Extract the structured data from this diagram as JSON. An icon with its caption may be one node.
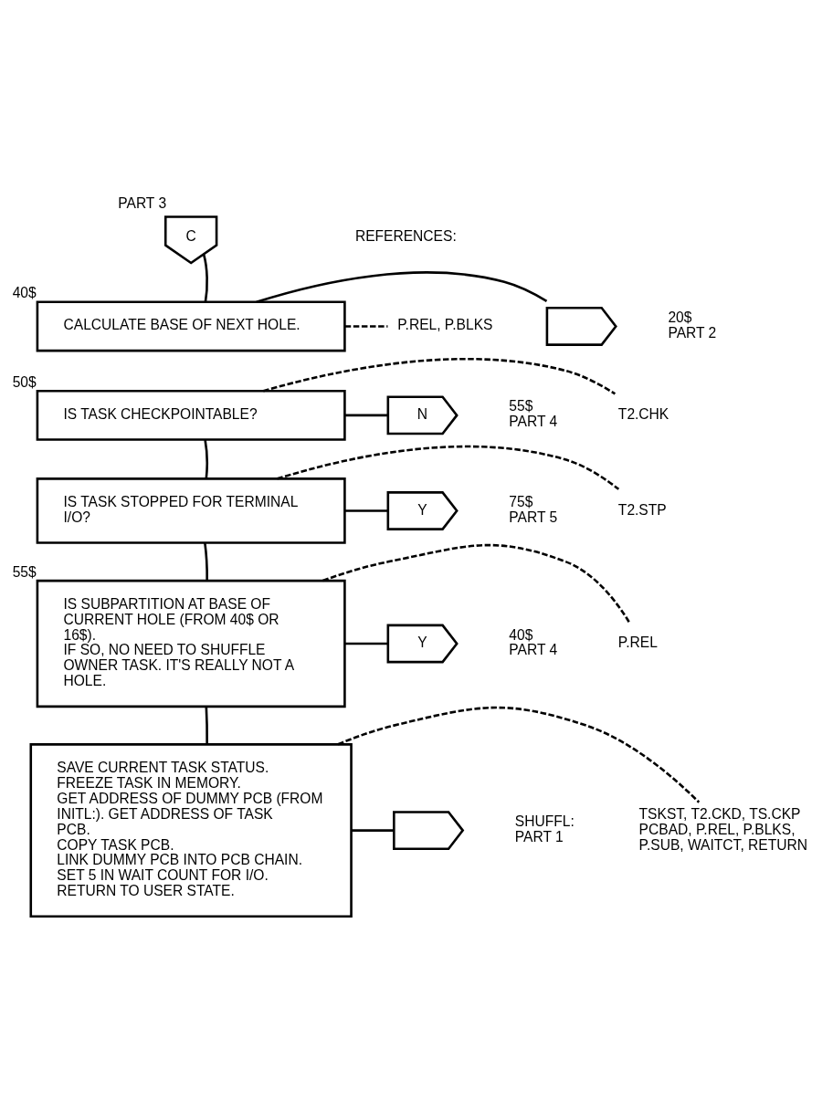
{
  "diagram": {
    "nodes": [
      {
        "text": [
          "C"
        ],
        "beside": [
          "PART 3"
        ]
      },
      {
        "text": [
          "CALCULATE BASE OF NEXT HOLE."
        ],
        "beside": [
          "40$"
        ]
      },
      {
        "text": [],
        "shape": "pentagon",
        "beside": [
          "20$",
          "PART 2"
        ]
      },
      {
        "text": [
          "P.REL, P.BLKS"
        ]
      },
      {
        "text": [
          "IS TASK CHECKPOINTABLE?"
        ],
        "beside": [
          "50$"
        ]
      },
      {
        "text": [
          "T2.CHK"
        ]
      },
      {
        "text": [
          "N"
        ],
        "beside": [
          "55$",
          "PART 4"
        ]
      },
      {
        "text": [
          "IS TASK STOPPED FOR TERMINAL I/O?"
        ]
      },
      {
        "text": [
          "T2.STP"
        ]
      },
      {
        "text": [
          "Y"
        ],
        "beside": [
          "75$",
          "PART 5"
        ]
      },
      {
        "text": [
          "IS SUBPARTITION AT BASE OF CURRENT HOLE (FROM 40$ OR 16$).",
          "IF SO, NO NEED TO SHUFFLE OWNER TASK. IT'S REALLY NOT A HOLE."
        ],
        "beside": [
          "55$"
        ]
      },
      {
        "text": [
          "P.REL"
        ]
      },
      {
        "text": [
          "Y"
        ],
        "beside": [
          "40$",
          "PART 4"
        ]
      },
      {
        "text": [
          "SAVE CURRENT TASK STATUS.",
          "FREEZE TASK IN MEMORY.",
          "GET ADDRESS OF DUMMY PCB (FROM INITL:). GET ADDRESS OF TASK PCB.",
          "COPY TASK PCB.",
          "LINK DUMMY PCB INTO PCB CHAIN.",
          "SET 5 IN WAIT COUNT FOR I/O.",
          "RETURN TO USER STATE."
        ]
      },
      {
        "text": [
          "TSKST, T2.CKD, TS.CKP PCBAD, P.REL, P.BLKS, P.SUB, WAITCT, RETURN"
        ]
      },
      {
        "text": [],
        "shape": "pentagon",
        "beside": [
          "SHUFFL:",
          "PART 1"
        ]
      }
    ],
    "edges": [
      {
        "from": 0,
        "to": 1,
        "arrow": "none"
      },
      {
        "from": 1,
        "to": 3,
        "arrow": "none",
        "style": "dashed"
      },
      {
        "from": 1,
        "to": 2,
        "arrow": "none"
      },
      {
        "from": 4,
        "to": 5,
        "arrow": "none",
        "style": "dashed"
      },
      {
        "from": 4,
        "to": 6,
        "arrow": "none"
      },
      {
        "from": 4,
        "to": 7,
        "arrow": "none"
      },
      {
        "from": 7,
        "to": 8,
        "arrow": "none",
        "style": "dashed"
      },
      {
        "from": 7,
        "to": 9,
        "arrow": "none"
      },
      {
        "from": 7,
        "to": 10,
        "arrow": "none"
      },
      {
        "from": 10,
        "to": 11,
        "arrow": "none",
        "style": "dashed"
      },
      {
        "from": 10,
        "to": 12,
        "arrow": "none"
      },
      {
        "from": 10,
        "to": 13,
        "arrow": "none"
      },
      {
        "from": 13,
        "to": 14,
        "arrow": "none",
        "style": "dashed"
      },
      {
        "from": 13,
        "to": 15,
        "arrow": "none"
      }
    ],
    "labels": [
      "REFERENCES:"
    ]
  }
}
